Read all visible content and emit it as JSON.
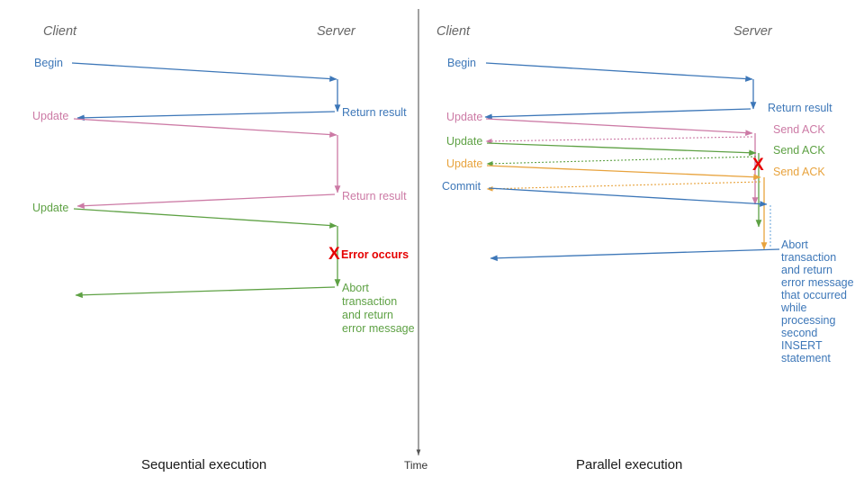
{
  "colors": {
    "blue": "#3d77b8",
    "blue_light": "#6fa8dc",
    "pink": "#cc7aa5",
    "pink_light": "#d9a3c0",
    "green": "#5ea144",
    "green_light": "#93c47d",
    "orange": "#e8a33d",
    "orange_light": "#f3c27a",
    "red": "#e50000",
    "gray": "#666666",
    "axis": "#555555",
    "background": "#ffffff"
  },
  "time_axis": {
    "label": "Time",
    "arrow": "down-arrow"
  },
  "panels": [
    {
      "id": "sequential",
      "caption": "Sequential execution",
      "lanes": {
        "client": "Client",
        "server": "Server"
      },
      "client_labels": [
        {
          "text": "Begin",
          "color": "blue"
        },
        {
          "text": "Update",
          "color": "pink"
        },
        {
          "text": "Update",
          "color": "green"
        }
      ],
      "server_labels": [
        {
          "text": "Return result",
          "color": "blue"
        },
        {
          "text": "Return result",
          "color": "pink"
        },
        {
          "text": "Error occurs",
          "color": "red"
        }
      ],
      "abort_note": {
        "color": "green",
        "lines": [
          "Abort",
          "transaction",
          "and return",
          "error message"
        ]
      },
      "error_marker": "X"
    },
    {
      "id": "parallel",
      "caption": "Parallel execution",
      "lanes": {
        "client": "Client",
        "server": "Server"
      },
      "client_labels": [
        {
          "text": "Begin",
          "color": "blue"
        },
        {
          "text": "Update",
          "color": "pink"
        },
        {
          "text": "Update",
          "color": "green"
        },
        {
          "text": "Update",
          "color": "orange"
        },
        {
          "text": "Commit",
          "color": "blue"
        }
      ],
      "server_labels": [
        {
          "text": "Return result",
          "color": "blue"
        },
        {
          "text": "Send ACK",
          "color": "pink"
        },
        {
          "text": "Send ACK",
          "color": "green"
        },
        {
          "text": "Send ACK",
          "color": "orange"
        }
      ],
      "abort_note": {
        "color": "blue",
        "lines": [
          "Abort",
          "transaction",
          "and return",
          "error message",
          "that occurred",
          "while",
          "processing",
          "second",
          "INSERT",
          "statement"
        ]
      },
      "error_marker": "X"
    }
  ]
}
